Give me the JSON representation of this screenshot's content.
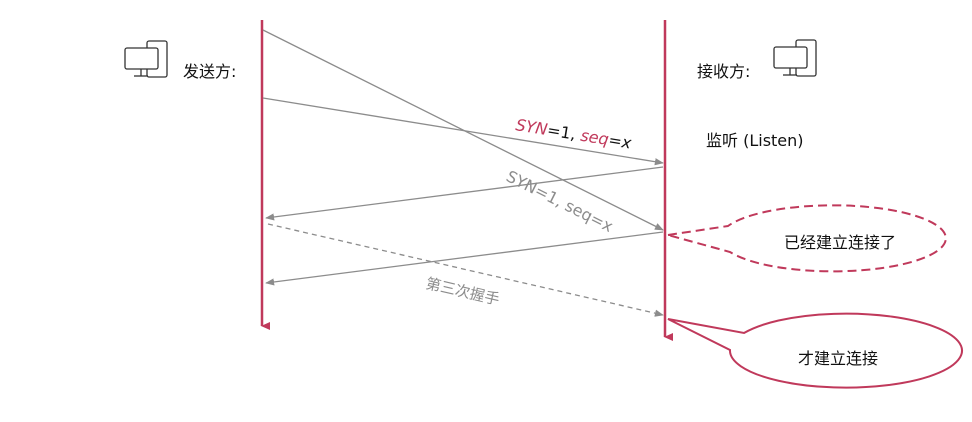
{
  "sender": {
    "label": "发送方:",
    "icon": "computer-icon"
  },
  "receiver": {
    "label": "接收方:",
    "icon": "computer-icon",
    "state": "监听 (Listen)"
  },
  "message1": {
    "syn_part": "SYN",
    "eq1": "=1, ",
    "seq_part": "seq",
    "eq2": "=x"
  },
  "message2": {
    "text": "SYN=1, seq=x"
  },
  "third_handshake": {
    "text": "第三次握手"
  },
  "bubble_established": {
    "text": "已经建立连接了"
  },
  "bubble_connect": {
    "text": "才建立连接"
  },
  "colors": {
    "timeline": "#c0395b",
    "message": "#8c8c8c",
    "bubble_stroke": "#c0395b",
    "highlight": "#c0395b",
    "text": "#111111"
  }
}
